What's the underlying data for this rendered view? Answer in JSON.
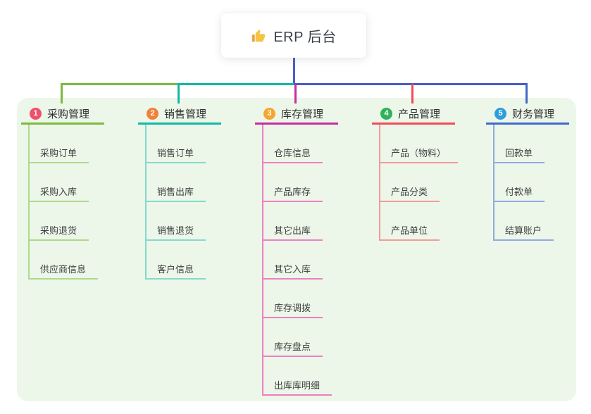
{
  "root": {
    "label": "ERP 后台",
    "icon": "thumbs-up-icon",
    "icon_color": "#F6C445",
    "icon_cuff_color": "#E8A33D"
  },
  "colors": {
    "page_background": "#FFFFFF",
    "panel_background": "#ECF7EA",
    "root_connector": "#4A5BC8",
    "card_background": "#FFFFFF",
    "title_text": "#303030",
    "child_text": "#3F3F3F"
  },
  "branches": [
    {
      "badge": "1",
      "label": "采购管理",
      "badge_color": "#F0506A",
      "line_color": "#7CB93E",
      "child_line_color": "#AFD98A",
      "children": [
        "采购订单",
        "采购入库",
        "采购退货",
        "供应商信息"
      ]
    },
    {
      "badge": "2",
      "label": "销售管理",
      "badge_color": "#F0813C",
      "line_color": "#13B7A6",
      "child_line_color": "#85D8CD",
      "children": [
        "销售订单",
        "销售出库",
        "销售退货",
        "客户信息"
      ]
    },
    {
      "badge": "3",
      "label": "库存管理",
      "badge_color": "#F5A62F",
      "line_color": "#C52DA0",
      "child_line_color": "#F07EC2",
      "children": [
        "仓库信息",
        "产品库存",
        "其它出库",
        "其它入库",
        "库存调拨",
        "库存盘点",
        "出库库明细"
      ]
    },
    {
      "badge": "4",
      "label": "产品管理",
      "badge_color": "#2EB25C",
      "line_color": "#F24B58",
      "child_line_color": "#F29C96",
      "children": [
        "产品（物料）",
        "产品分类",
        "产品单位"
      ]
    },
    {
      "badge": "5",
      "label": "财务管理",
      "badge_color": "#2F9FDB",
      "line_color": "#4169C9",
      "child_line_color": "#92A9E2",
      "children": [
        "回款单",
        "付款单",
        "结算账户"
      ]
    }
  ]
}
